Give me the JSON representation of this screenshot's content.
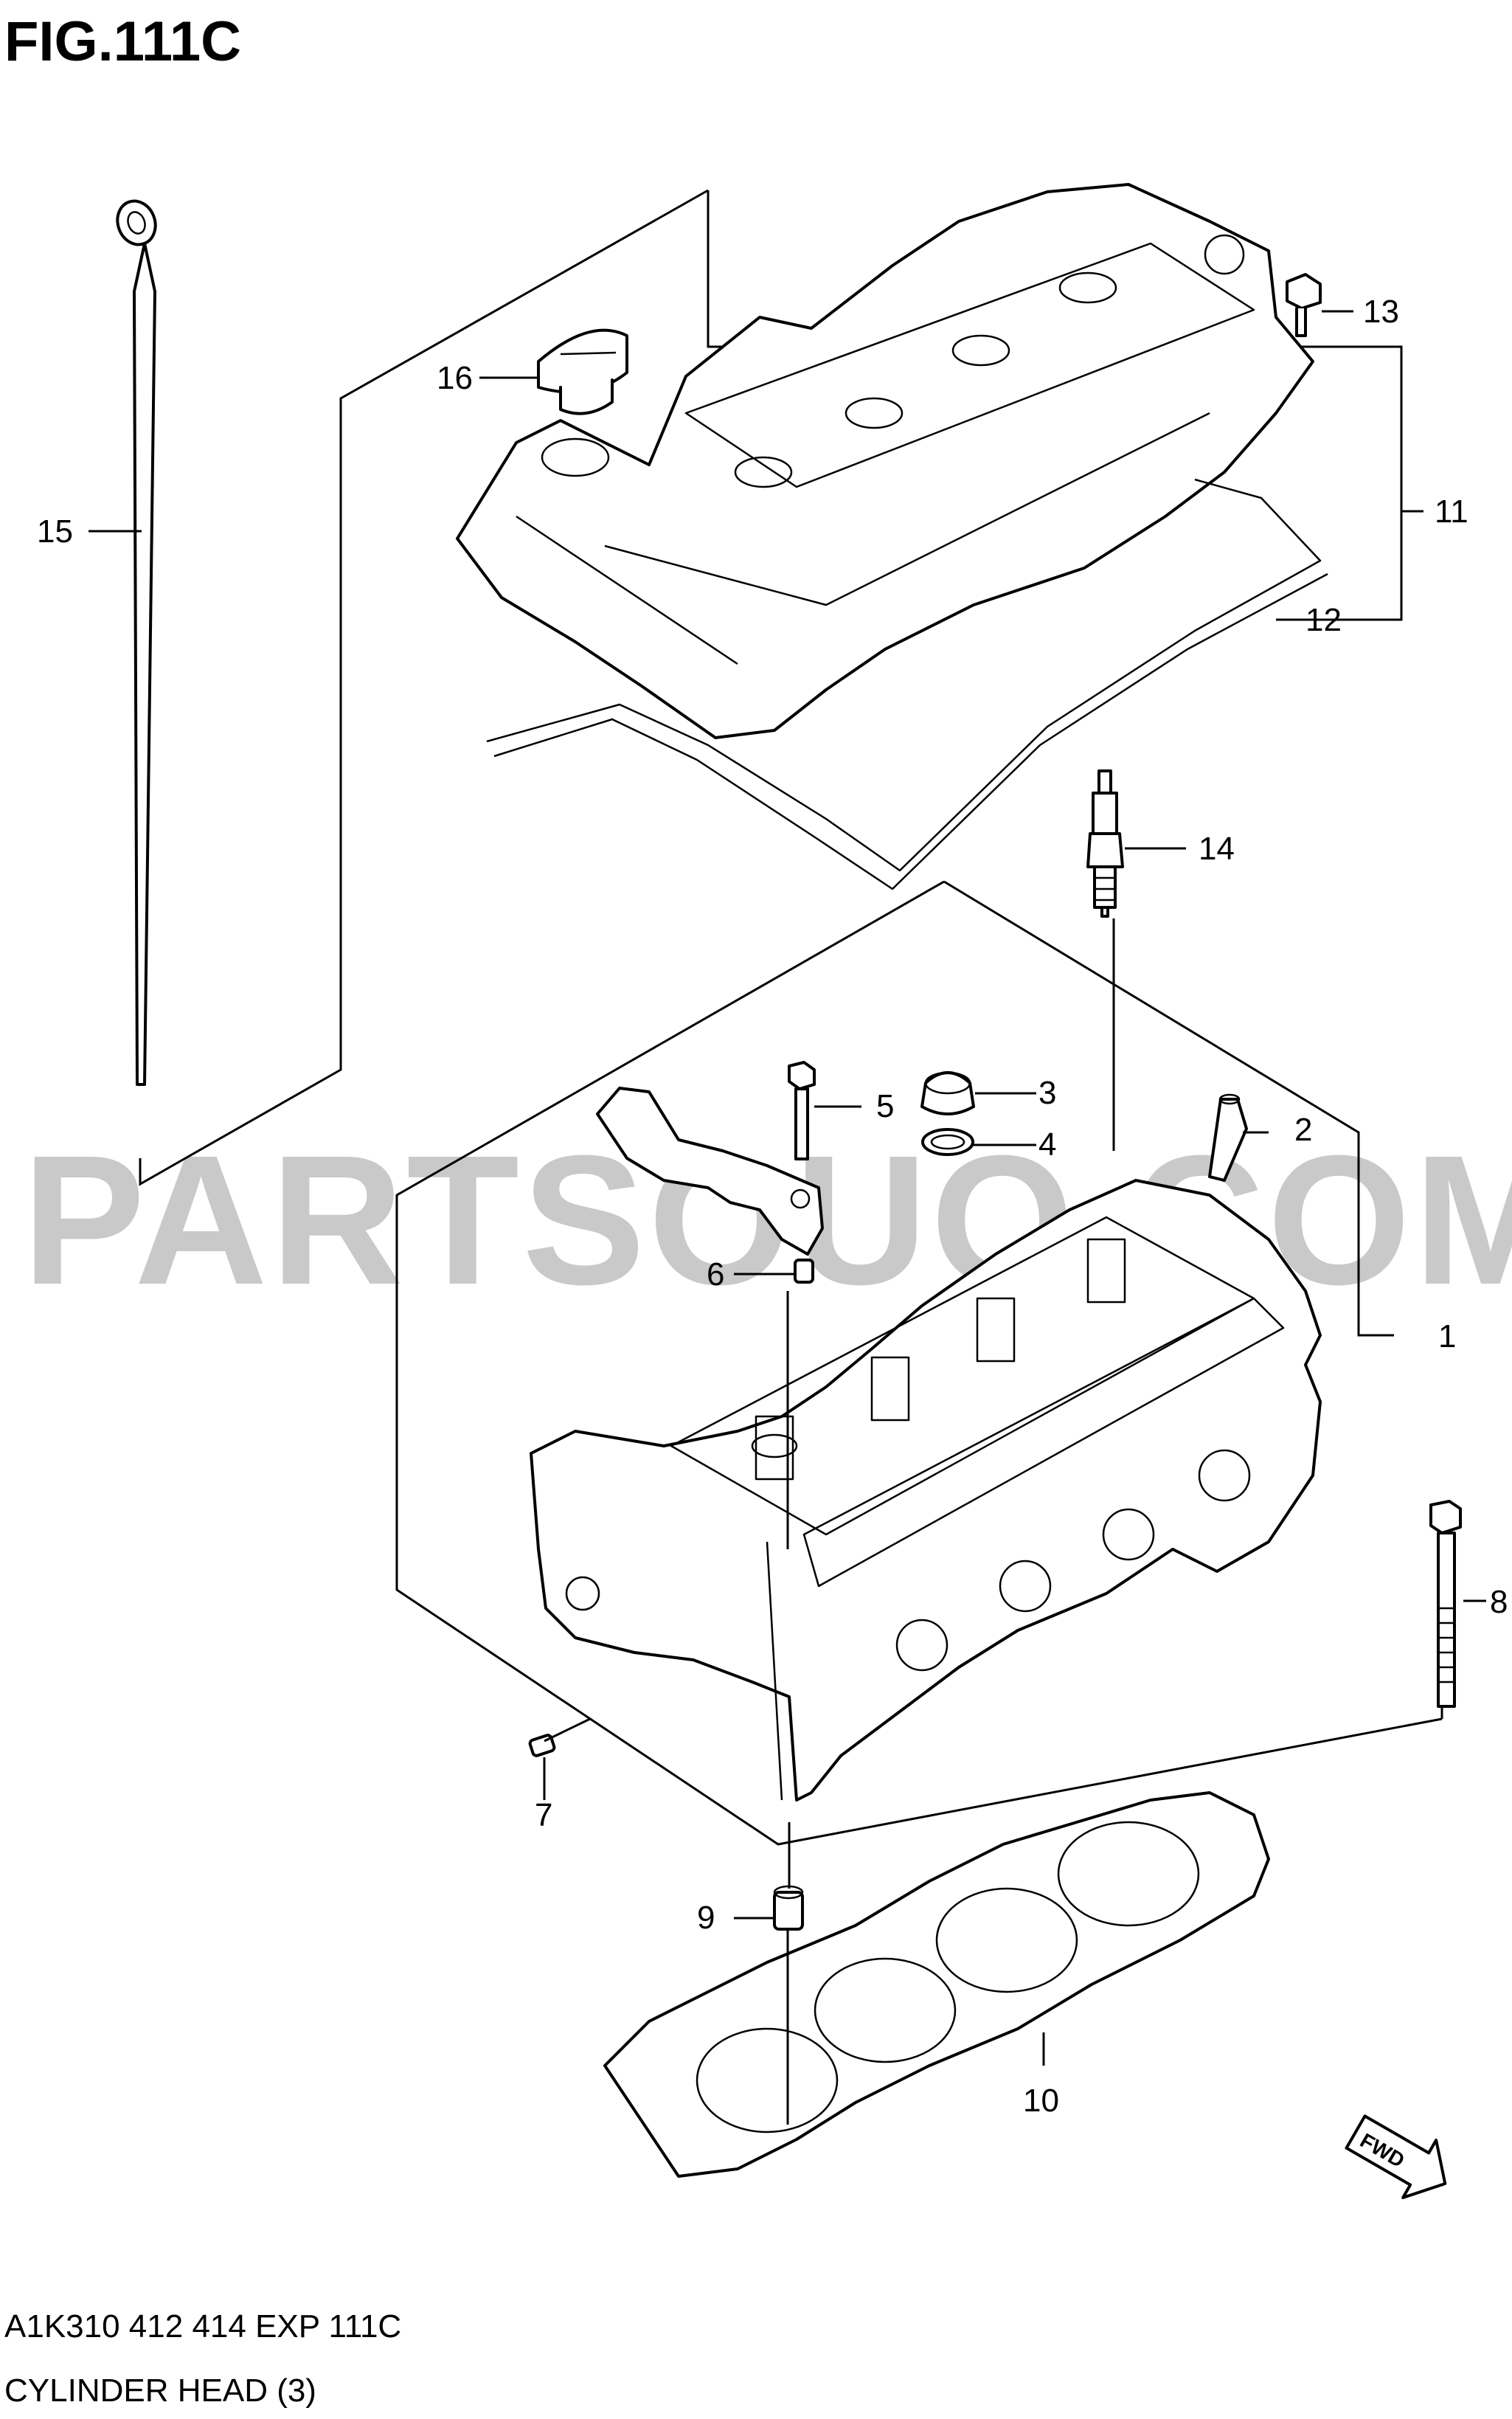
{
  "figure_title": "FIG.111C",
  "watermark": "PARTSOUQ.COM",
  "fwd_label": "FWD",
  "caption": {
    "line1": "A1K310 412 414 EXP 111C",
    "line2": "CYLINDER HEAD (3)"
  },
  "callouts": [
    {
      "id": "1",
      "label": "1"
    },
    {
      "id": "2",
      "label": "2"
    },
    {
      "id": "3",
      "label": "3"
    },
    {
      "id": "4",
      "label": "4"
    },
    {
      "id": "5",
      "label": "5"
    },
    {
      "id": "6",
      "label": "6"
    },
    {
      "id": "7",
      "label": "7"
    },
    {
      "id": "8",
      "label": "8"
    },
    {
      "id": "9",
      "label": "9"
    },
    {
      "id": "10",
      "label": "10"
    },
    {
      "id": "11",
      "label": "11"
    },
    {
      "id": "12",
      "label": "12"
    },
    {
      "id": "13",
      "label": "13"
    },
    {
      "id": "14",
      "label": "14"
    },
    {
      "id": "15",
      "label": "15"
    },
    {
      "id": "16",
      "label": "16"
    }
  ]
}
